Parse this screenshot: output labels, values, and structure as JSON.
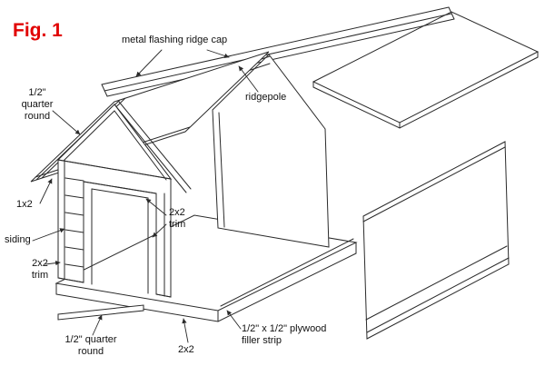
{
  "figure": {
    "label": "Fig. 1",
    "accent_color": "#e10000"
  },
  "labels": {
    "ridge_cap": "metal flashing ridge cap",
    "ridgepole": "ridgepole",
    "quarter_round_top": "1/2\"\nquarter\nround",
    "one_by_two": "1x2",
    "siding": "siding",
    "trim_left": "2x2\ntrim",
    "trim_door": "2x2\ntrim",
    "quarter_round_bottom": "1/2\" quarter\nround",
    "two_by_two": "2x2",
    "filler_strip": "1/2\" x 1/2\" plywood\nfiller strip"
  },
  "diagram": {
    "line_color": "#2a2a2a",
    "parts": [
      "metal-flashing-ridge-cap",
      "roof-panel",
      "side-wall-panel",
      "floor-platform",
      "back-wall",
      "ridgepole-beam",
      "left-roof-slab",
      "front-gable-wall",
      "door-frame",
      "siding-boards",
      "quarter-round-strip"
    ]
  }
}
